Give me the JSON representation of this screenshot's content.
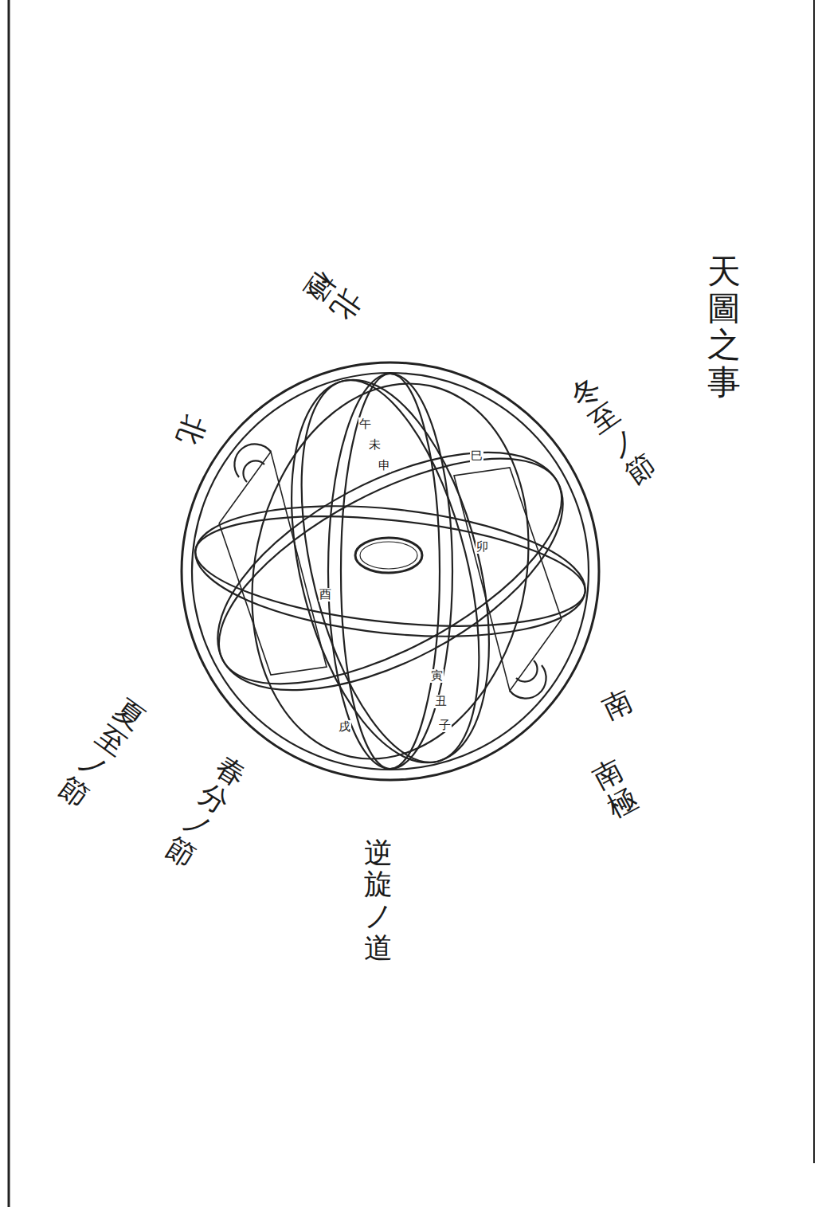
{
  "diagram": {
    "title": "天圖之事",
    "labels": [
      "冬至ノ節",
      "北極",
      "北",
      "南",
      "南極",
      "逆旋ノ道",
      "春分ノ節",
      "夏至ノ節",
      "午",
      "未",
      "申",
      "巳",
      "卯",
      "酉",
      "寅",
      "丑",
      "子",
      "戌"
    ]
  }
}
